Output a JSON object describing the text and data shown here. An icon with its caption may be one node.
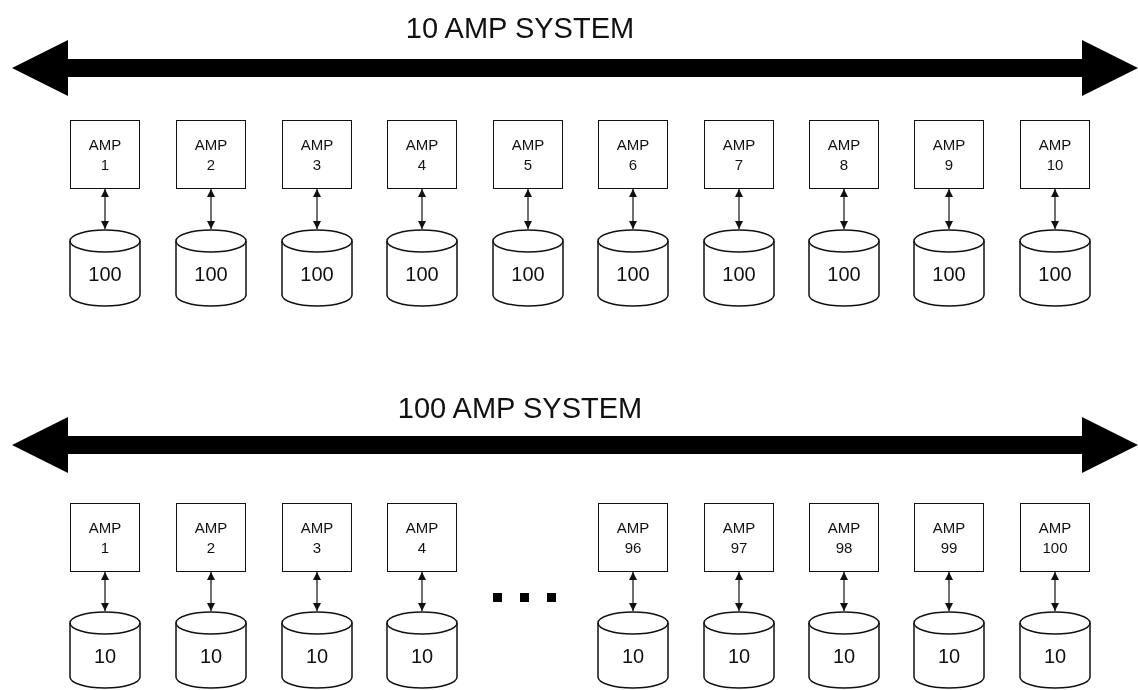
{
  "diagram": {
    "nodes": [
      {
        "text": [
          "AMP 1"
        ]
      },
      {
        "text": [
          "AMP 2"
        ]
      },
      {
        "text": [
          "AMP 3"
        ]
      },
      {
        "text": [
          "AMP 4"
        ]
      },
      {
        "text": [
          "AMP 5"
        ]
      },
      {
        "text": [
          "AMP 6"
        ]
      },
      {
        "text": [
          "AMP 7"
        ]
      },
      {
        "text": [
          "AMP 8"
        ]
      },
      {
        "text": [
          "AMP 9"
        ]
      },
      {
        "text": [
          "AMP 10"
        ]
      },
      {
        "text": [
          "100"
        ]
      },
      {
        "text": [
          "100"
        ]
      },
      {
        "text": [
          "100"
        ]
      },
      {
        "text": [
          "100"
        ]
      },
      {
        "text": [
          "100"
        ]
      },
      {
        "text": [
          "100"
        ]
      },
      {
        "text": [
          "100"
        ]
      },
      {
        "text": [
          "100"
        ]
      },
      {
        "text": [
          "100"
        ]
      },
      {
        "text": [
          "100"
        ]
      },
      {
        "text": [
          "AMP 1"
        ]
      },
      {
        "text": [
          "AMP 2"
        ]
      },
      {
        "text": [
          "AMP 3"
        ]
      },
      {
        "text": [
          "AMP 4"
        ]
      },
      {
        "text": [
          "AMP 96"
        ]
      },
      {
        "text": [
          "AMP 97"
        ]
      },
      {
        "text": [
          "AMP 98"
        ]
      },
      {
        "text": [
          "AMP 99"
        ]
      },
      {
        "text": [
          "AMP 100"
        ]
      },
      {
        "text": [
          "10"
        ]
      },
      {
        "text": [
          "10"
        ]
      },
      {
        "text": [
          "10"
        ]
      },
      {
        "text": [
          "10"
        ]
      },
      {
        "text": [
          "10"
        ]
      },
      {
        "text": [
          "10"
        ]
      },
      {
        "text": [
          "10"
        ]
      },
      {
        "text": [
          "10"
        ]
      },
      {
        "text": [
          "10"
        ]
      }
    ],
    "edges": [
      {
        "from": 0,
        "to": 10,
        "arrow": "both"
      },
      {
        "from": 1,
        "to": 11,
        "arrow": "both"
      },
      {
        "from": 2,
        "to": 12,
        "arrow": "both"
      },
      {
        "from": 3,
        "to": 13,
        "arrow": "both"
      },
      {
        "from": 4,
        "to": 14,
        "arrow": "both"
      },
      {
        "from": 5,
        "to": 15,
        "arrow": "both"
      },
      {
        "from": 6,
        "to": 16,
        "arrow": "both"
      },
      {
        "from": 7,
        "to": 17,
        "arrow": "both"
      },
      {
        "from": 8,
        "to": 18,
        "arrow": "both"
      },
      {
        "from": 9,
        "to": 19,
        "arrow": "both"
      },
      {
        "from": 20,
        "to": 29,
        "arrow": "both"
      },
      {
        "from": 21,
        "to": 30,
        "arrow": "both"
      },
      {
        "from": 22,
        "to": 31,
        "arrow": "both"
      },
      {
        "from": 23,
        "to": 32,
        "arrow": "both"
      },
      {
        "from": 24,
        "to": 33,
        "arrow": "both"
      },
      {
        "from": 25,
        "to": 34,
        "arrow": "both"
      },
      {
        "from": 26,
        "to": 35,
        "arrow": "both"
      },
      {
        "from": 27,
        "to": 36,
        "arrow": "both"
      },
      {
        "from": 28,
        "to": 37,
        "arrow": "both"
      }
    ],
    "labels": [
      "10 AMP SYSTEM",
      "100 AMP SYSTEM"
    ]
  }
}
